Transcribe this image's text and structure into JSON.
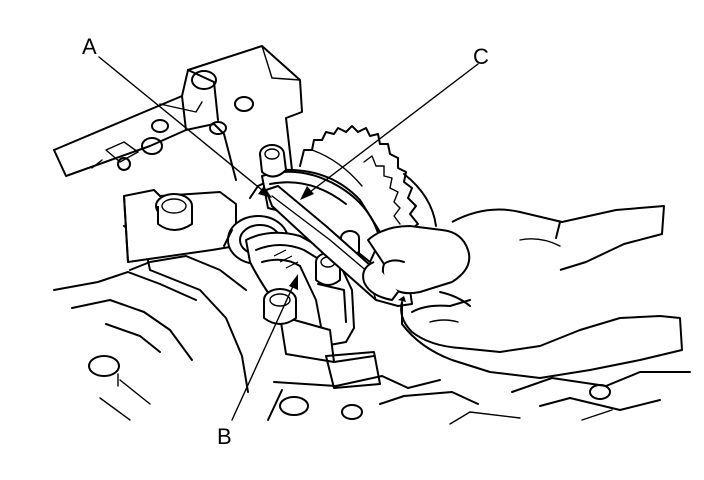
{
  "figure": {
    "callouts": [
      {
        "id": "A",
        "label": "A"
      },
      {
        "id": "B",
        "label": "B"
      },
      {
        "id": "C",
        "label": "C"
      }
    ],
    "colors": {
      "ink": "#000000",
      "paper": "#ffffff"
    }
  }
}
